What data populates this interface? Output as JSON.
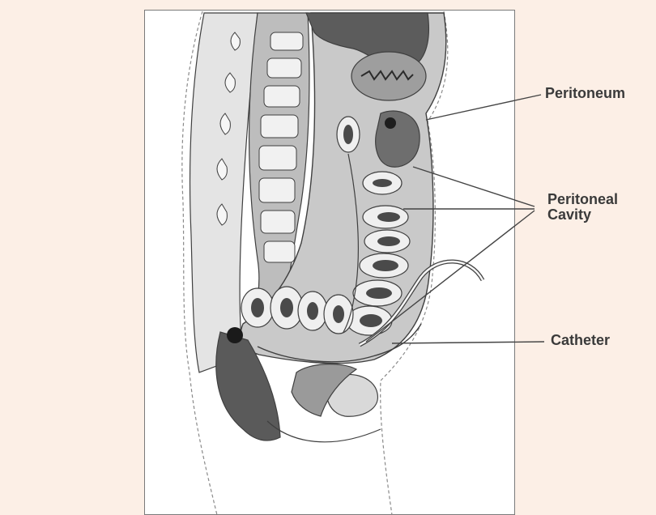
{
  "labels": {
    "peritoneum": "Peritoneum",
    "peritoneal_cavity_line1": "Peritoneal",
    "peritoneal_cavity_line2": "Cavity",
    "catheter": "Catheter"
  },
  "colors": {
    "background": "#fcefe6",
    "frame": "#ffffff",
    "organ_light": "#d6d6d6",
    "organ_mid": "#a9a9a9",
    "organ_dark": "#5c5c5c",
    "outline": "#3f3f3f",
    "leader_line": "#444444"
  }
}
